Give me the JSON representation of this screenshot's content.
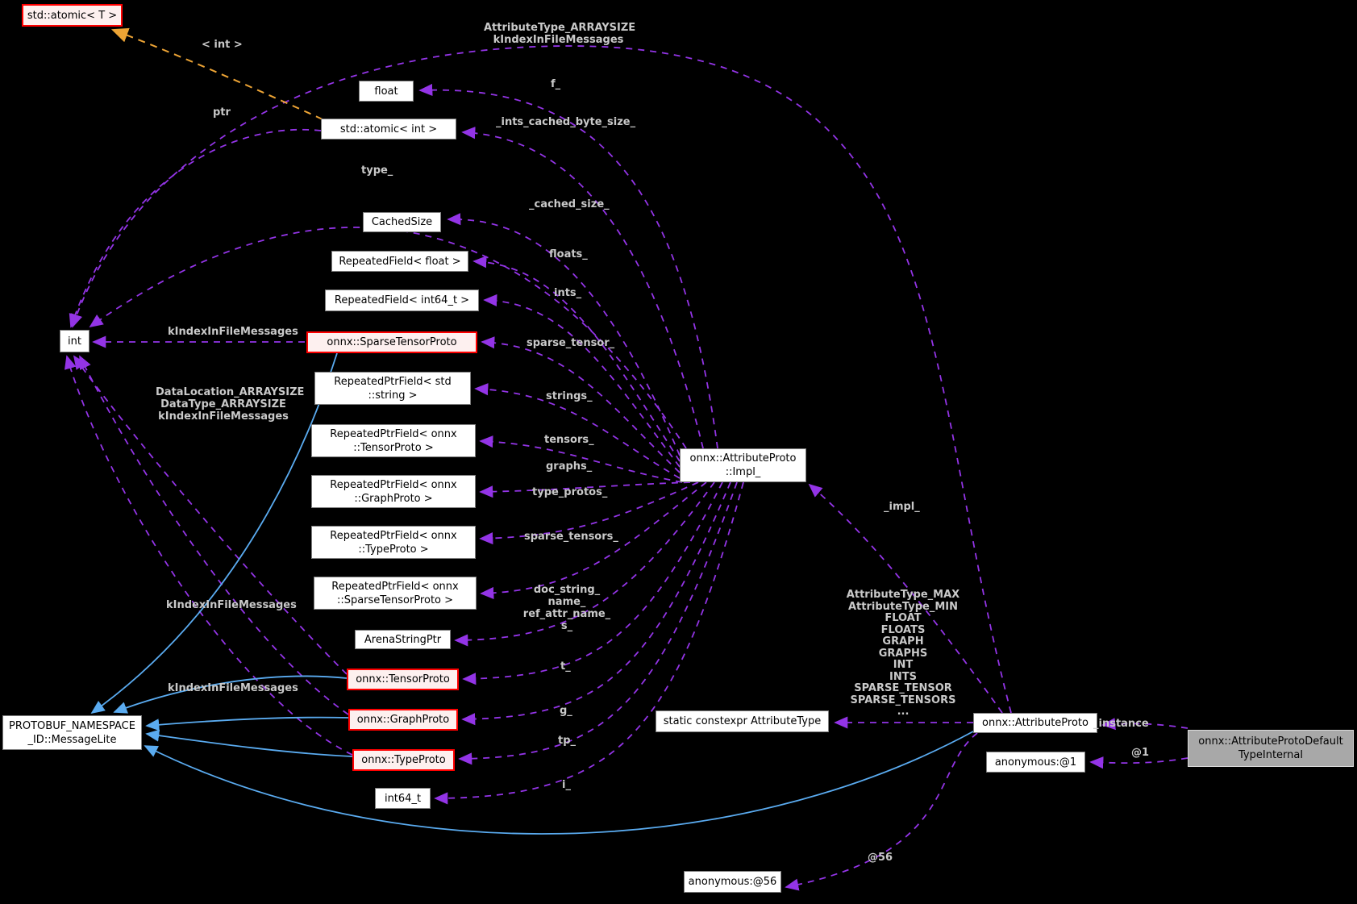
{
  "diagram": {
    "colors": {
      "background": "#000000",
      "usage_edge": "#9334e6",
      "inheritance_edge": "#5aabf0",
      "template_edge": "#eda435",
      "label_text": "#c9c9c9",
      "node_fill": "#ffffff",
      "node_border": "#7e7e7e",
      "truncated_node_fill": "#fdf0ef",
      "truncated_node_border": "#ff0000",
      "current_node_fill": "#a8a8a8"
    },
    "nodes": {
      "atomic_t": {
        "label": "std::atomic< T >"
      },
      "float": {
        "label": "float"
      },
      "atomic_int": {
        "label": "std::atomic< int >"
      },
      "cached_size": {
        "label": "CachedSize"
      },
      "rf_float": {
        "label": "RepeatedField< float >"
      },
      "rf_int64": {
        "label": "RepeatedField< int64_t >"
      },
      "sparse_tensor_proto": {
        "label": "onnx::SparseTensorProto"
      },
      "rpf_string": {
        "label": "RepeatedPtrField< std\n::string >"
      },
      "rpf_tensor": {
        "label": "RepeatedPtrField< onnx\n::TensorProto >"
      },
      "rpf_graph": {
        "label": "RepeatedPtrField< onnx\n::GraphProto >"
      },
      "rpf_type": {
        "label": "RepeatedPtrField< onnx\n::TypeProto >"
      },
      "rpf_sparse": {
        "label": "RepeatedPtrField< onnx\n::SparseTensorProto >"
      },
      "arena_string_ptr": {
        "label": "ArenaStringPtr"
      },
      "tensor_proto": {
        "label": "onnx::TensorProto"
      },
      "graph_proto": {
        "label": "onnx::GraphProto"
      },
      "type_proto": {
        "label": "onnx::TypeProto"
      },
      "int64": {
        "label": "int64_t"
      },
      "int": {
        "label": "int"
      },
      "message_lite": {
        "label": "PROTOBUF_NAMESPACE\n_ID::MessageLite"
      },
      "impl": {
        "label": "onnx::AttributeProto\n::Impl_"
      },
      "static_attr_type": {
        "label": "static constexpr AttributeType"
      },
      "attribute_proto": {
        "label": "onnx::AttributeProto"
      },
      "anon1": {
        "label": "anonymous:@1"
      },
      "default_type_internal": {
        "label": "onnx::AttributeProtoDefault\nTypeInternal"
      },
      "anon56": {
        "label": "anonymous:@56"
      }
    },
    "edge_labels": {
      "template_int": "< int >",
      "attr_arraysize": "AttributeType_ARRAYSIZE\nkIndexInFileMessages",
      "f": "f_",
      "ptr": "ptr",
      "ints_cached_byte_size": "_ints_cached_byte_size_",
      "type": "type_",
      "cached_size": "_cached_size_",
      "floats": "floats_",
      "ints": "ints_",
      "kindex_sparse": "kIndexInFileMessages",
      "sparse_tensor": "sparse_tensor_",
      "data_location": "DataLocation_ARRAYSIZE\nDataType_ARRAYSIZE\nkIndexInFileMessages",
      "strings": "strings_",
      "tensors": "tensors_",
      "graphs": "graphs_",
      "type_protos": "type_protos_",
      "sparse_tensors": "sparse_tensors_",
      "doc_string": "doc_string_\nname_\nref_attr_name_\ns_",
      "kindex_graph": "kIndexInFileMessages",
      "t": "t_",
      "kindex_type": "kIndexInFileMessages",
      "g": "g_",
      "tp": "tp_",
      "i": "i_",
      "impl": "_impl_",
      "enum_values": "AttributeType_MAX\nAttributeType_MIN\nFLOAT\nFLOATS\nGRAPH\nGRAPHS\nINT\nINTS\nSPARSE_TENSOR\nSPARSE_TENSORS\n...",
      "instance": "_instance",
      "at1": "@1",
      "at56": "@56"
    }
  }
}
